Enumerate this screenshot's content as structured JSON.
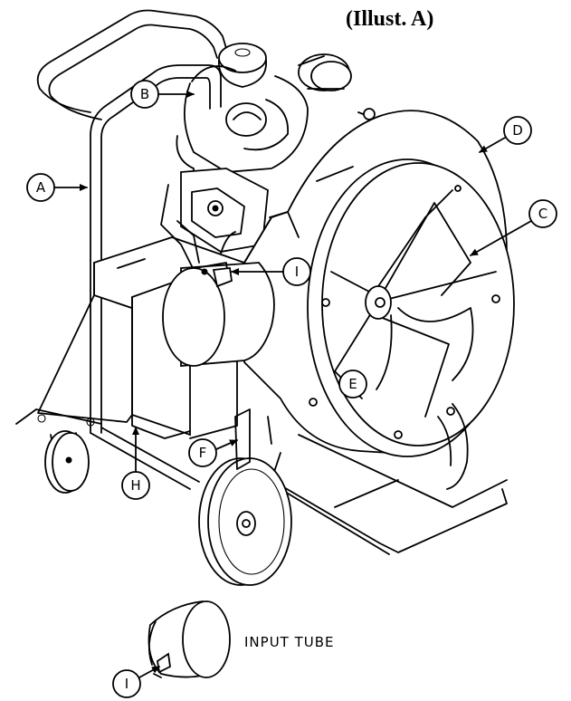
{
  "illustration": {
    "title": "(Illust. A)",
    "callouts": {
      "a": "A",
      "b": "B",
      "c": "C",
      "d": "D",
      "e": "E",
      "f": "F",
      "h": "H",
      "i_top": "I",
      "i_bottom": "I"
    },
    "input_tube_caption": "INPUT TUBE"
  }
}
